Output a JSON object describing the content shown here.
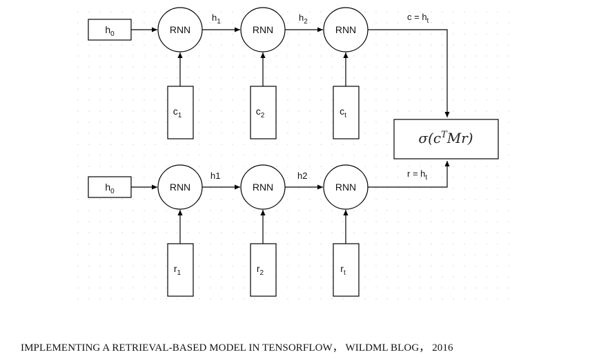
{
  "top_row": {
    "init_state": {
      "base": "h",
      "sub": "0"
    },
    "cells": [
      "RNN",
      "RNN",
      "RNN"
    ],
    "hidden_labels": [
      {
        "base": "h",
        "sub": "1"
      },
      {
        "base": "h",
        "sub": "2"
      }
    ],
    "output_label": {
      "base": "c = h",
      "sub": "t"
    },
    "inputs": [
      {
        "base": "c",
        "sub": "1"
      },
      {
        "base": "c",
        "sub": "2"
      },
      {
        "base": "c",
        "sub": "t"
      }
    ]
  },
  "bottom_row": {
    "init_state": {
      "base": "h",
      "sub": "0"
    },
    "cells": [
      "RNN",
      "RNN",
      "RNN"
    ],
    "hidden_labels": [
      {
        "base": "h1",
        "sub": ""
      },
      {
        "base": "h2",
        "sub": ""
      }
    ],
    "output_label": {
      "base": "r = h",
      "sub": "t"
    },
    "inputs": [
      {
        "base": "r",
        "sub": "1"
      },
      {
        "base": "r",
        "sub": "2"
      },
      {
        "base": "r",
        "sub": "t"
      }
    ]
  },
  "score": {
    "sigma": "σ",
    "open": "(c",
    "sup": "T",
    "rest": "Mr)"
  },
  "caption": "IMPLEMENTING A RETRIEVAL-BASED MODEL IN TENSORFLOW， WILDML BLOG， 2016",
  "colors": {
    "stroke": "#000000",
    "grid_dot": "#d6d6d6"
  }
}
